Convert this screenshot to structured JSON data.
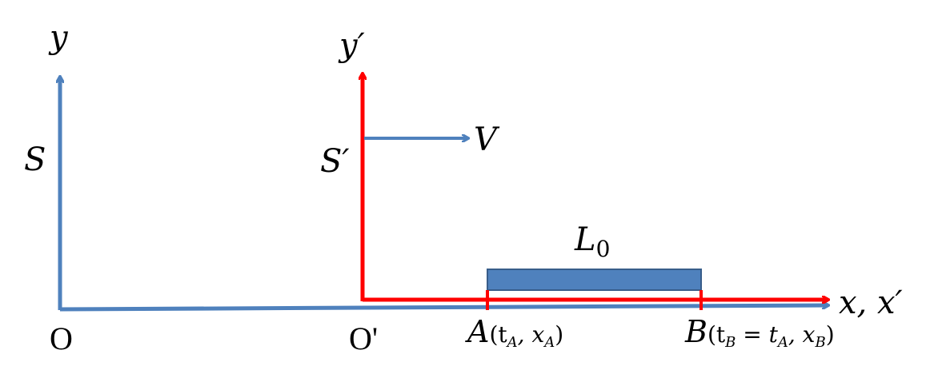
{
  "colors": {
    "frame_s": "#4f81bd",
    "frame_s_prime": "#ff0000",
    "rod_fill": "#4f81bd",
    "rod_stroke": "#385d8a",
    "text": "#000000"
  },
  "labels": {
    "y_axis": "y",
    "y_prime_axis": "y′",
    "frame_s": "S",
    "frame_s_prime": "S′",
    "velocity": "V",
    "rod_length": "L",
    "rod_length_sub": "0",
    "x_axis": "x, x′",
    "origin_o": "O",
    "origin_o_prime": "O'",
    "point_a": "A",
    "point_a_coords": "(t",
    "point_a_sub_t": "A",
    "point_a_mid": ", x",
    "point_a_sub_x": "A",
    "point_a_close": ")",
    "point_b": "B",
    "point_b_coords": "(t",
    "point_b_sub_t": "B",
    "point_b_eq": " = t",
    "point_b_sub_t2": "A",
    "point_b_mid": ", x",
    "point_b_sub_x": "B",
    "point_b_close": ")"
  }
}
